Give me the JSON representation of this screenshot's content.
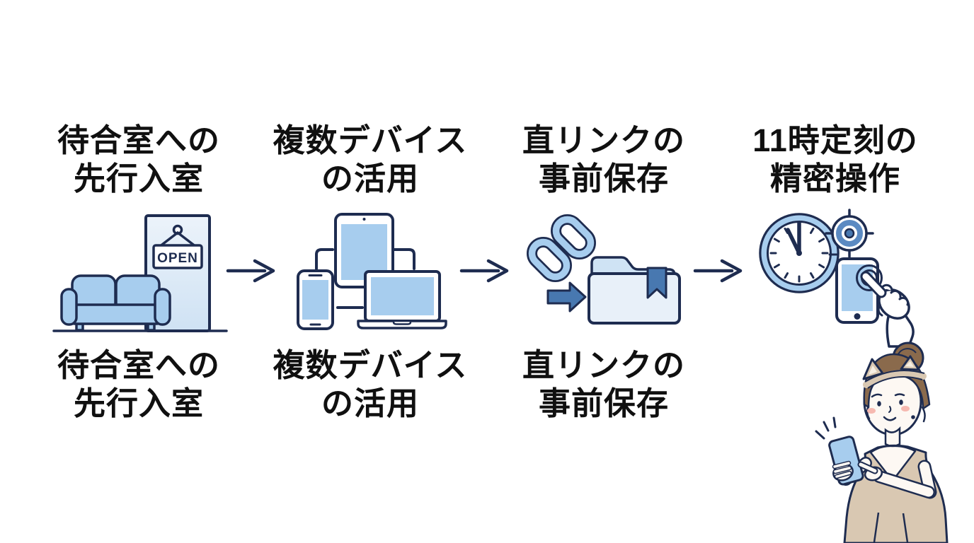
{
  "figure": {
    "background": "#ffffff",
    "open_sign": "OPEN",
    "steps": [
      {
        "title": [
          "待合室への",
          "先行入室"
        ],
        "caption": [
          "待合室への",
          "先行入室"
        ],
        "icon": "waiting-room-icon"
      },
      {
        "title": [
          "複数デバイス",
          "の活用"
        ],
        "caption": [
          "複数デバイス",
          "の活用"
        ],
        "icon": "multi-device-icon"
      },
      {
        "title": [
          "直リンクの",
          "事前保存"
        ],
        "caption": [
          "直リンクの",
          "事前保存"
        ],
        "icon": "link-save-icon"
      },
      {
        "title": [
          "11時定刻の",
          "精密操作"
        ],
        "caption": [],
        "icon": "clock-precision-icon"
      }
    ],
    "colors": {
      "outline_navy": "#1e2c50",
      "light_blue": "#a7cdee",
      "pale_blue": "#dbe8f6",
      "mid_blue": "#4878b0",
      "beige": "#d9c8b2",
      "hair_brown": "#8a6a4c",
      "blush_pink": "#f6b9b0",
      "text_black": "#101010"
    }
  }
}
